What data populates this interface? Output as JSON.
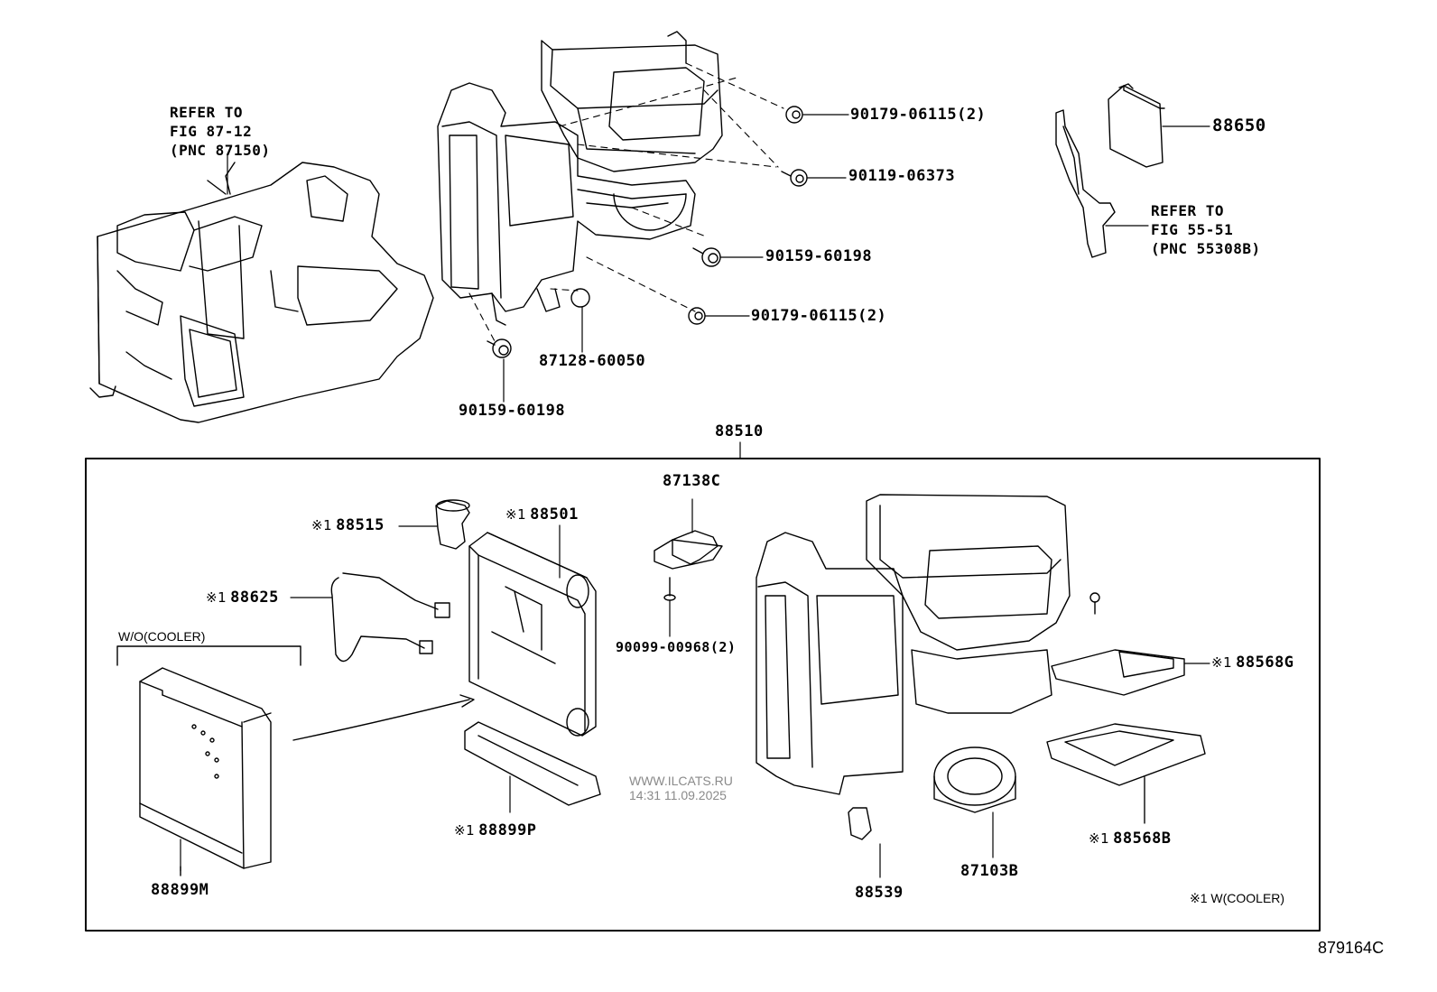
{
  "diagram": {
    "figure_number": "879164C",
    "watermark": {
      "site": "WWW.ILCATS.RU",
      "timestamp": "14:31 11.09.2025"
    },
    "references": [
      {
        "id": "ref-87150",
        "lines": [
          "REFER TO",
          "FIG 87-12",
          "(PNC 87150)"
        ]
      },
      {
        "id": "ref-55308b",
        "lines": [
          "REFER TO",
          "FIG 55-51",
          "(PNC 55308B)"
        ]
      }
    ],
    "upper_parts": [
      {
        "id": "p1",
        "number": "90179-06115(2)"
      },
      {
        "id": "p2",
        "number": "90119-06373"
      },
      {
        "id": "p3",
        "number": "90159-60198"
      },
      {
        "id": "p4",
        "number": "90179-06115(2)"
      },
      {
        "id": "p5",
        "number": "87128-60050"
      },
      {
        "id": "p6",
        "number": "90159-60198"
      },
      {
        "id": "p7",
        "number": "88650"
      }
    ],
    "assembly": {
      "number": "88510",
      "parts": [
        {
          "id": "a1",
          "mark": "※1",
          "number": "88515"
        },
        {
          "id": "a2",
          "mark": "※1",
          "number": "88501"
        },
        {
          "id": "a3",
          "mark": "※1",
          "number": "88625"
        },
        {
          "id": "a4",
          "mark": "",
          "number": "87138C"
        },
        {
          "id": "a5",
          "mark": "",
          "number": "90099-00968(2)"
        },
        {
          "id": "a6",
          "mark": "※1",
          "number": "88568G"
        },
        {
          "id": "a7",
          "mark": "※1",
          "number": "88899P"
        },
        {
          "id": "a8",
          "mark": "",
          "number": "88899M"
        },
        {
          "id": "a9",
          "mark": "",
          "number": "88539"
        },
        {
          "id": "a10",
          "mark": "",
          "number": "87103B"
        },
        {
          "id": "a11",
          "mark": "※1",
          "number": "88568B"
        }
      ],
      "wo_cooler_label": "W/O(COOLER)",
      "footnote": "※1 W(COOLER)"
    }
  }
}
